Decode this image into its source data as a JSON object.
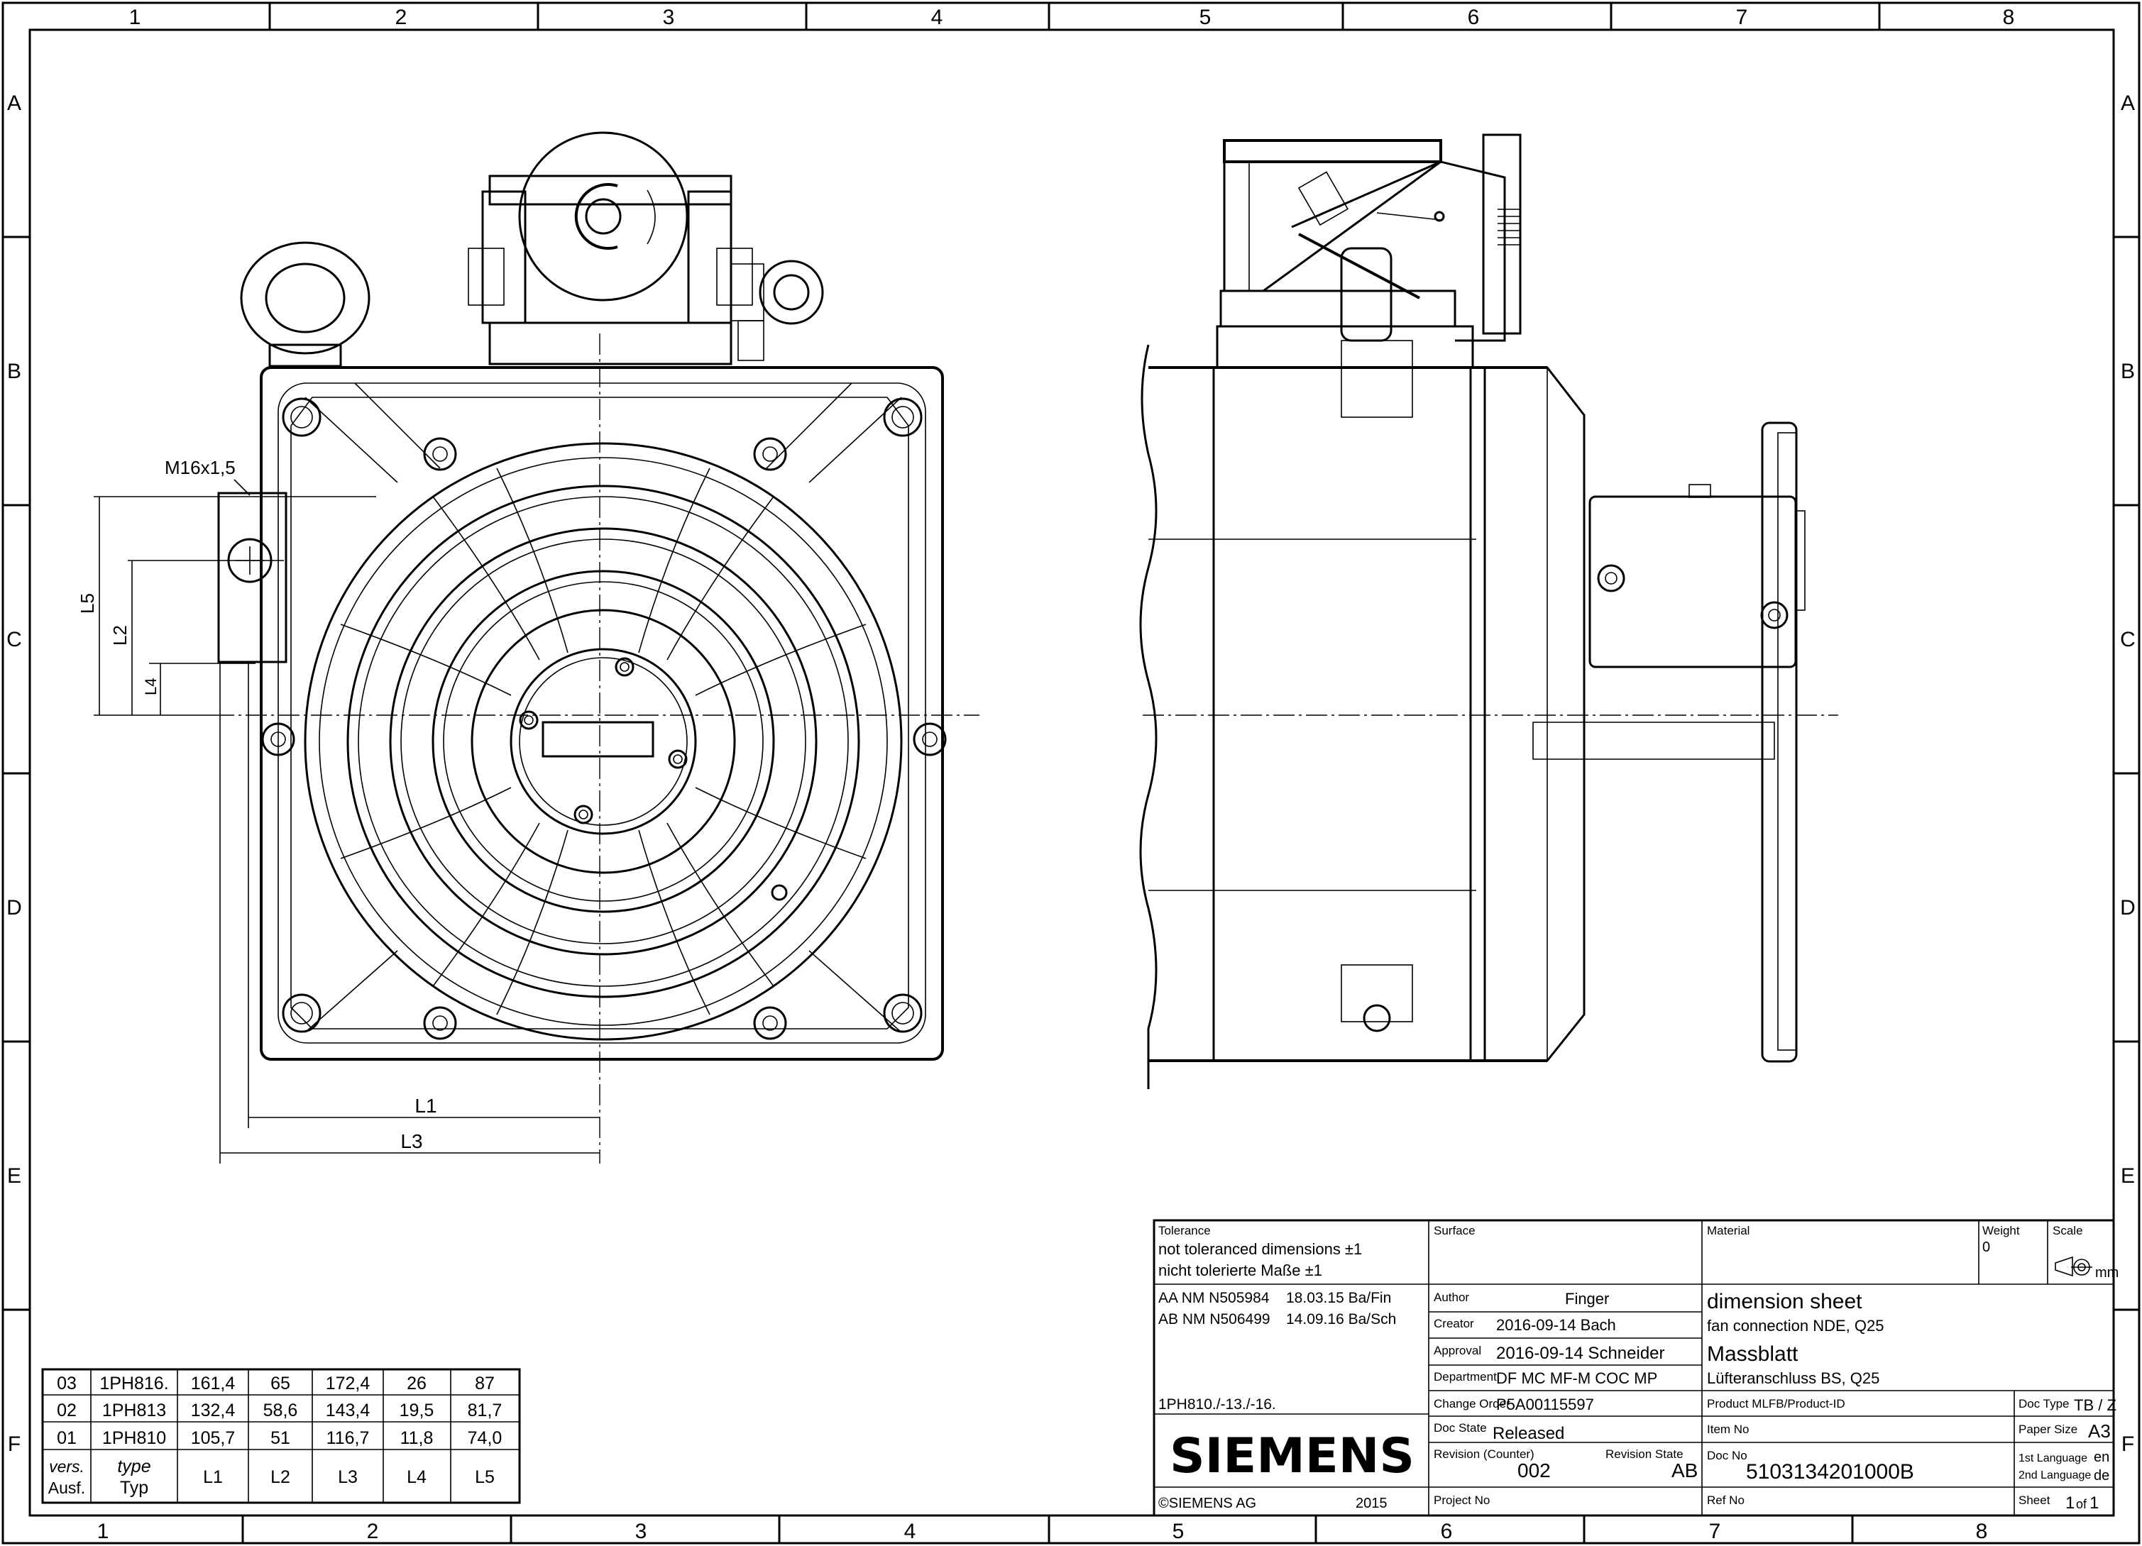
{
  "frame": {
    "columns": [
      "1",
      "2",
      "3",
      "4",
      "5",
      "6",
      "7",
      "8"
    ],
    "rows": [
      "A",
      "B",
      "C",
      "D",
      "E",
      "F"
    ]
  },
  "drawing": {
    "thread_label": "M16x1,5",
    "dims": {
      "l1": "L1",
      "l2": "L2",
      "l3": "L3",
      "l4": "L4",
      "l5": "L5"
    }
  },
  "variants": {
    "header_vers": "vers.",
    "header_ausf": "Ausf.",
    "header_type": "type",
    "header_typ": "Typ",
    "columns": [
      "L1",
      "L2",
      "L3",
      "L4",
      "L5"
    ],
    "rows": [
      {
        "vers": "03",
        "type": "1PH816.",
        "l1": "161,4",
        "l2": "65",
        "l3": "172,4",
        "l4": "26",
        "l5": "87"
      },
      {
        "vers": "02",
        "type": "1PH813",
        "l1": "132,4",
        "l2": "58,6",
        "l3": "143,4",
        "l4": "19,5",
        "l5": "81,7"
      },
      {
        "vers": "01",
        "type": "1PH810",
        "l1": "105,7",
        "l2": "51",
        "l3": "116,7",
        "l4": "11,8",
        "l5": "74,0"
      }
    ]
  },
  "title_block": {
    "tolerance_label": "Tolerance",
    "tolerance_en": "not toleranced dimensions ±1",
    "tolerance_de": "nicht tolerierte Maße ±1",
    "surface_label": "Surface",
    "material_label": "Material",
    "weight_label": "Weight",
    "weight_value": "0",
    "scale_label": "Scale",
    "scale_unit": "mm",
    "changes": [
      {
        "ref": "AA NM N505984",
        "date": "18.03.15 Ba/Fin"
      },
      {
        "ref": "AB NM N506499",
        "date": "14.09.16 Ba/Sch"
      }
    ],
    "type_range": "1PH810./-13./-16.",
    "author_label": "Author",
    "author_value": "Finger",
    "creator_label": "Creator",
    "creator_value": "2016-09-14  Bach",
    "approval_label": "Approval",
    "approval_value": "2016-09-14  Schneider",
    "department_label": "Department",
    "department_value": "DF MC MF-M COC MP",
    "change_order_label": "Change Order",
    "change_order_value": "P5A00115597",
    "doc_state_label": "Doc State",
    "doc_state_value": "Released",
    "revision_label": "Revision (Counter)",
    "revision_value": "002",
    "revision_state_label": "Revision State",
    "revision_state_value": "AB",
    "project_label": "Project No",
    "title_en_1": "dimension sheet",
    "title_en_2": "fan connection NDE, Q25",
    "title_de_1": "Massblatt",
    "title_de_2": "Lüfteranschluss BS, Q25",
    "product_label": "Product MLFB/Product-ID",
    "item_label": "Item No",
    "doc_no_label": "Doc No",
    "doc_no_value": "5103134201000B",
    "ref_label": "Ref No",
    "doc_type_label": "Doc Type",
    "doc_type_value": "TB / Z",
    "paper_size_label": "Paper Size",
    "paper_size_value": "A3",
    "lang1_label": "1st Language",
    "lang1_value": "en",
    "lang2_label": "2nd Language",
    "lang2_value": "de",
    "sheet_label": "Sheet",
    "sheet_value": "1",
    "sheet_of": "of",
    "sheet_total": "1",
    "brand": "SIEMENS",
    "copyright": "©SIEMENS AG",
    "year": "2015"
  }
}
